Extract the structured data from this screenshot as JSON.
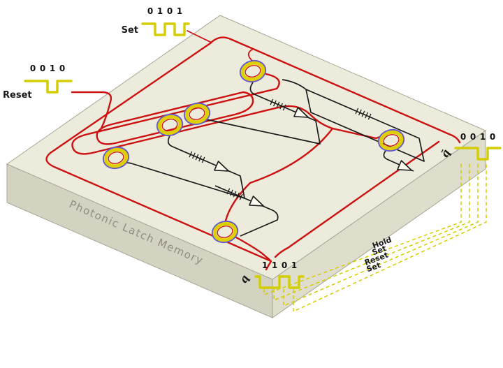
{
  "figure": {
    "chip_label": "Photonic Latch Memory",
    "signals": {
      "set_in": {
        "label": "Set",
        "bits": [
          "0",
          "1",
          "0",
          "1"
        ]
      },
      "reset_in": {
        "label": "Reset",
        "bits": [
          "0",
          "0",
          "1",
          "0"
        ]
      },
      "q_out": {
        "label": "q",
        "bits": [
          "1",
          "1",
          "0",
          "1"
        ]
      },
      "qbar_out": {
        "label": "q̄",
        "bits": [
          "0",
          "0",
          "1",
          "0"
        ]
      }
    },
    "state_annotations": [
      "Hold",
      "Set",
      "Reset",
      "Set"
    ]
  },
  "colors": {
    "waveguide_red": "#cc1111",
    "signal_yellow": "#d4cd00",
    "ring_yellow": "#e0cf00",
    "ring_blue": "#6258d0",
    "circuit_black": "#1a1a1a",
    "chip_top": "#ecebdc",
    "chip_left": "#d4d2c1",
    "chip_right": "#dfddcb",
    "chip_edge": "#a8a694",
    "label_gray": "#8f8d7f"
  }
}
